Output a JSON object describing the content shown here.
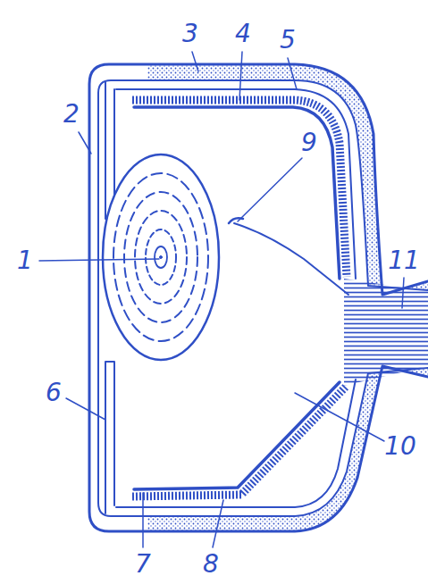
{
  "diagram": {
    "labels": [
      "3",
      "4",
      "5",
      "2",
      "9",
      "1",
      "11",
      "6",
      "10",
      "7",
      "8"
    ]
  }
}
